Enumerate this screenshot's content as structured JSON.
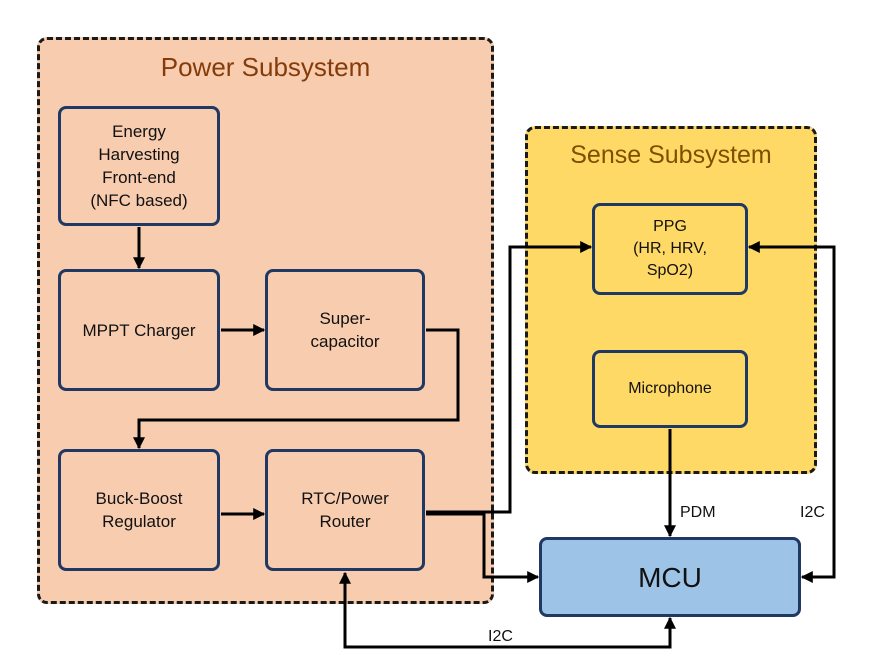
{
  "power_subsystem": {
    "title": "Power Subsystem",
    "blocks": {
      "energy_harvesting": "Energy\nHarvesting\nFront-end\n(NFC based)",
      "mppt_charger": "MPPT Charger",
      "supercapacitor": "Super-\ncapacitor",
      "buck_boost": "Buck-Boost\nRegulator",
      "rtc_power_router": "RTC/Power\nRouter"
    }
  },
  "sense_subsystem": {
    "title": "Sense Subsystem",
    "blocks": {
      "ppg": "PPG\n(HR, HRV,\nSpO2)",
      "microphone": "Microphone"
    }
  },
  "mcu": {
    "label": "MCU"
  },
  "connection_labels": {
    "pdm": "PDM",
    "i2c_right": "I2C",
    "i2c_bottom": "I2C"
  },
  "colors": {
    "power_fill": "#f8ccae",
    "power_title": "#843c0b",
    "sense_fill": "#ffd966",
    "mcu_fill": "#9dc3e6",
    "block_border": "#1f3864"
  }
}
